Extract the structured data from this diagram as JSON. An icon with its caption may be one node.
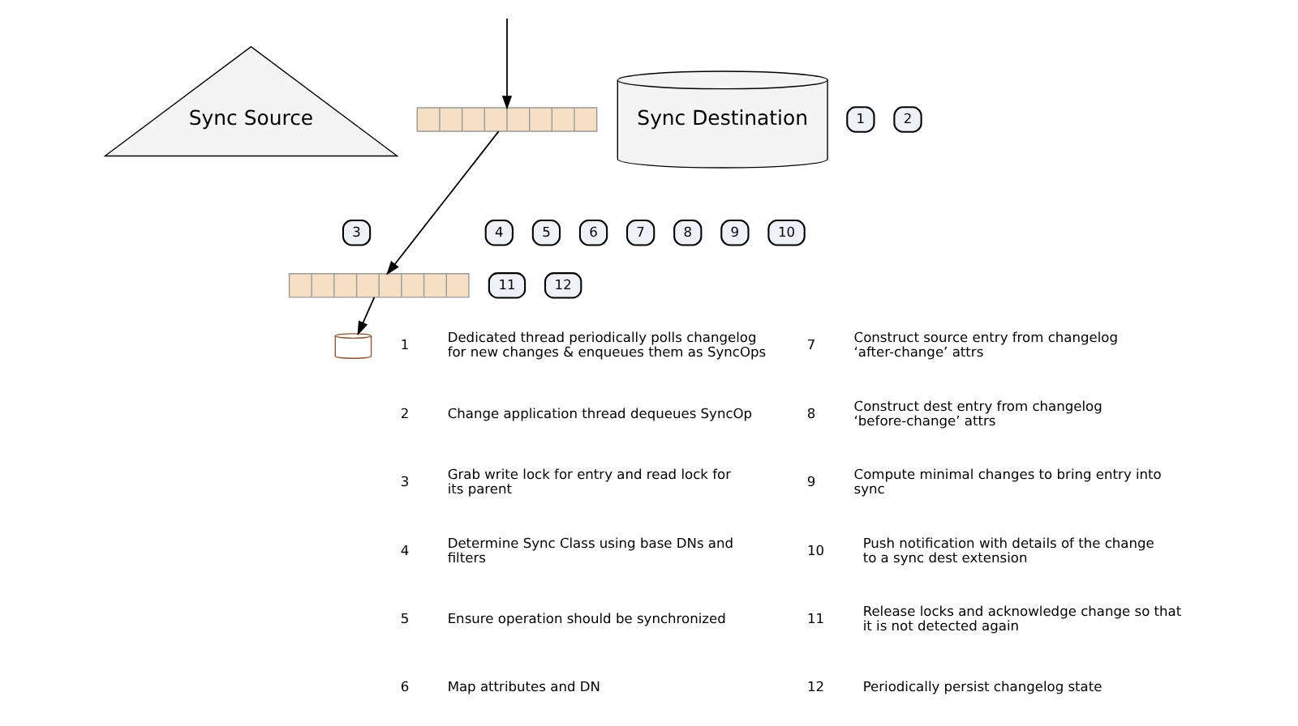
{
  "diagram": {
    "nodes": [
      {
        "text": [
          "Sync Source"
        ]
      },
      {
        "text": [
          "Sync Destination"
        ]
      },
      {
        "text": [],
        "shape": "box"
      },
      {
        "text": [],
        "shape": "box"
      },
      {
        "text": [],
        "shape": "cylinder"
      },
      {
        "text": [
          "1"
        ]
      },
      {
        "text": [
          "2"
        ]
      },
      {
        "text": [
          "3"
        ]
      },
      {
        "text": [
          "4"
        ]
      },
      {
        "text": [
          "5"
        ]
      },
      {
        "text": [
          "6"
        ]
      },
      {
        "text": [
          "7"
        ]
      },
      {
        "text": [
          "8"
        ]
      },
      {
        "text": [
          "9"
        ]
      },
      {
        "text": [
          "10"
        ]
      },
      {
        "text": [
          "11"
        ]
      },
      {
        "text": [
          "12"
        ]
      }
    ],
    "edges": [
      {
        "from": null,
        "to": 2,
        "arrow": "to"
      },
      {
        "from": 2,
        "to": 3,
        "arrow": "to"
      },
      {
        "from": 3,
        "to": 4,
        "arrow": "to"
      }
    ],
    "labels": [
      "1",
      "Dedicated thread periodically polls changelog for new changes & enqueues them as SyncOps",
      "7",
      "Construct source entry from changelog ‘after-change’ attrs",
      "2",
      "Change application thread dequeues SyncOp",
      "8",
      "Construct dest entry from changelog ‘before-change’ attrs",
      "3",
      "Grab write lock for entry and read lock for its parent",
      "9",
      "Compute minimal changes to bring entry into sync",
      "4",
      "Determine Sync Class using base DNs and filters",
      "10",
      "Push notification with details of the change to a sync dest extension",
      "5",
      "Ensure operation should be synchronized",
      "11",
      "Release locks and acknowledge change so that it is not detected again",
      "6",
      "Map attributes and DN",
      "12",
      "Periodically persist changelog state"
    ]
  }
}
